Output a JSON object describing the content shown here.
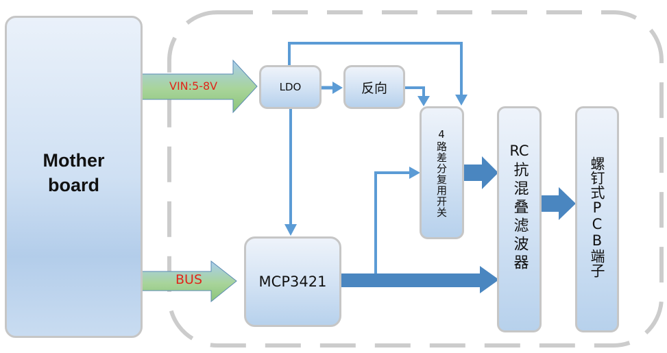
{
  "diagram": {
    "type": "block-diagram",
    "colors": {
      "connector": "#5b9bd5",
      "thick_arrow": "#4a86c0",
      "input_arrow_label": "#e0251b",
      "box_border": "#c6c6c6",
      "dashed_border": "#cccccc"
    },
    "blocks": {
      "motherboard": {
        "line1": "Mother",
        "line2": "board"
      },
      "ldo": "LDO",
      "inverter": "反向",
      "mux": "4路差分复用开关",
      "adc": "MCP3421",
      "filter": {
        "line1": "RC",
        "line2": "抗混叠滤波器"
      },
      "terminal": "螺钉式PCB端子"
    },
    "arrows": {
      "vin": "VIN:5-8V",
      "bus": "BUS"
    },
    "connections": [
      {
        "from": "motherboard",
        "to": "ldo",
        "label": "VIN:5-8V"
      },
      {
        "from": "motherboard",
        "to": "adc",
        "label": "BUS"
      },
      {
        "from": "ldo",
        "to": "inverter"
      },
      {
        "from": "ldo",
        "to": "mux"
      },
      {
        "from": "inverter",
        "to": "mux"
      },
      {
        "from": "ldo",
        "to": "adc"
      },
      {
        "from": "adc",
        "to": "mux"
      },
      {
        "from": "adc",
        "to": "filter"
      },
      {
        "from": "mux",
        "to": "filter"
      },
      {
        "from": "filter",
        "to": "terminal"
      }
    ]
  }
}
